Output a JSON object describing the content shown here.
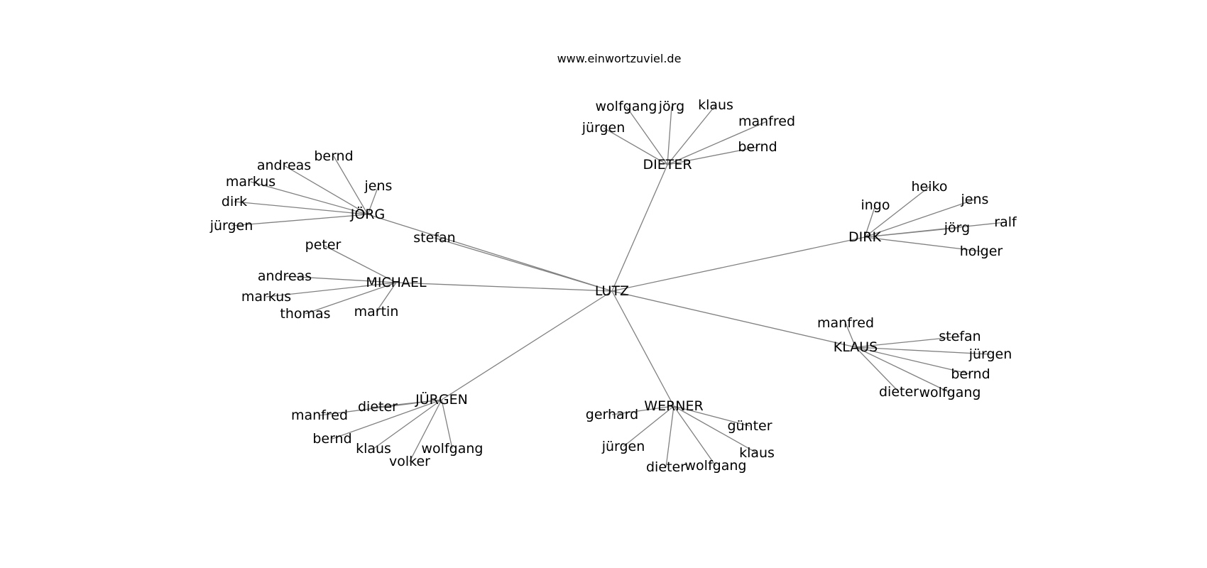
{
  "caption": "www.einwortzuviel.de",
  "colors": {
    "edge": "#808080",
    "text": "#000000",
    "background": "#ffffff"
  },
  "root": "LUTZ",
  "groups": [
    {
      "hub": "DIETER",
      "leaves": [
        "wolfgang",
        "jörg",
        "klaus",
        "manfred",
        "jürgen",
        "bernd"
      ]
    },
    {
      "hub": "JÖRG",
      "leaves": [
        "bernd",
        "andreas",
        "markus",
        "jens",
        "dirk",
        "jürgen"
      ]
    },
    {
      "hub": "stefan",
      "leaves": []
    },
    {
      "hub": "MICHAEL",
      "leaves": [
        "peter",
        "andreas",
        "markus",
        "thomas",
        "martin"
      ]
    },
    {
      "hub": "DIRK",
      "leaves": [
        "heiko",
        "ingo",
        "jens",
        "ralf",
        "jörg",
        "holger"
      ]
    },
    {
      "hub": "KLAUS",
      "leaves": [
        "manfred",
        "stefan",
        "jürgen",
        "bernd",
        "dieter",
        "wolfgang"
      ]
    },
    {
      "hub": "JÜRGEN",
      "leaves": [
        "dieter",
        "manfred",
        "bernd",
        "klaus",
        "volker",
        "wolfgang"
      ]
    },
    {
      "hub": "WERNER",
      "leaves": [
        "gerhard",
        "günter",
        "jürgen",
        "klaus",
        "dieter",
        "wolfgang"
      ]
    }
  ]
}
